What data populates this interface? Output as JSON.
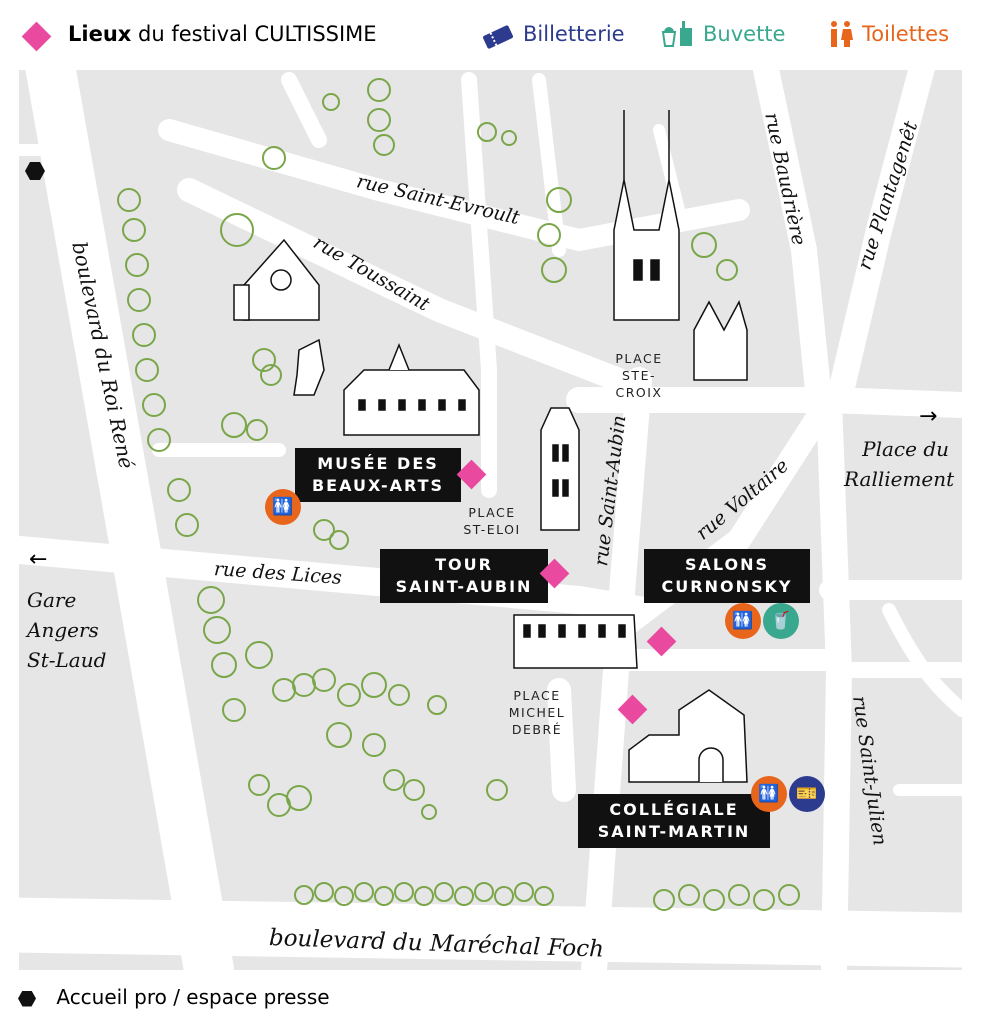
{
  "legend": {
    "lieux_bold": "Lieux",
    "lieux_rest": "du festival CULTISSIME",
    "billetterie": "Billetterie",
    "buvette": "Buvette",
    "toilettes": "Toilettes",
    "accueil": "Accueil pro / espace presse"
  },
  "colors": {
    "venue_marker": "#e94aa0",
    "billetterie": "#2d3b8f",
    "buvette": "#3aa88e",
    "toilettes": "#e8651c",
    "block": "#e6e6e6",
    "tree": "#7aa64a"
  },
  "streets": {
    "roi_rene": "boulevard du Roi René",
    "saint_evroult": "rue Saint-Evroult",
    "toussaint": "rue Toussaint",
    "baudriere": "rue Baudrière",
    "plantagenet": "rue Plantagenêt",
    "saint_aubin": "rue Saint-Aubin",
    "voltaire": "rue Voltaire",
    "lices": "rue des Lices",
    "saint_julien": "rue Saint-Julien",
    "marechal_foch": "boulevard du Maréchal Foch"
  },
  "places": {
    "ste_croix": [
      "PLACE",
      "STE-CROIX"
    ],
    "st_eloi": [
      "PLACE",
      "ST-ELOI"
    ],
    "michel_debre": [
      "PLACE",
      "MICHEL",
      "DEBRÉ"
    ]
  },
  "destinations": {
    "ralliement": [
      "Place du",
      "Ralliement"
    ],
    "gare": [
      "Gare",
      "Angers",
      "St-Laud"
    ]
  },
  "venues": {
    "musee": [
      "MUSÉE DES",
      "BEAUX-ARTS"
    ],
    "tour": [
      "TOUR",
      "SAINT-AUBIN"
    ],
    "salons": [
      "SALONS",
      "CURNONSKY"
    ],
    "collegiale": [
      "COLLÉGIALE",
      "SAINT-MARTIN"
    ]
  },
  "icons": {
    "diamond": "diamond-icon",
    "ticket": "ticket-icon",
    "drink": "drink-icon",
    "toilet": "toilet-icon",
    "hexagon": "hexagon-icon",
    "arrow_right": "arrow-right-icon",
    "arrow_left": "arrow-left-icon"
  }
}
